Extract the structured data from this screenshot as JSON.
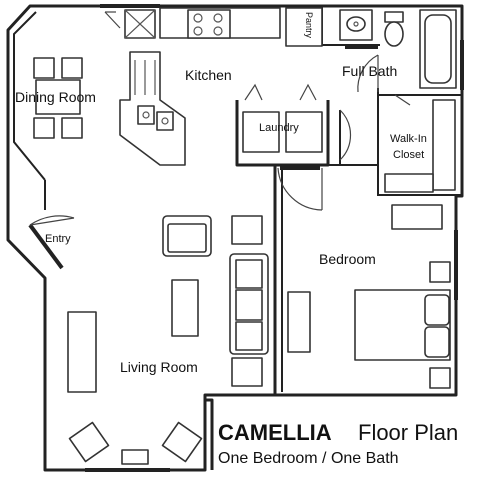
{
  "rooms": {
    "dining": "Dining Room",
    "kitchen": "Kitchen",
    "full_bath": "Full Bath",
    "pantry": "Pantry",
    "laundry": "Laundry",
    "walk_in_closet_line1": "Walk-In",
    "walk_in_closet_line2": "Closet",
    "entry": "Entry",
    "bedroom": "Bedroom",
    "living": "Living Room"
  },
  "title": {
    "name": "CAMELLIA",
    "suffix": "Floor Plan",
    "subtitle": "One Bedroom / One Bath"
  }
}
